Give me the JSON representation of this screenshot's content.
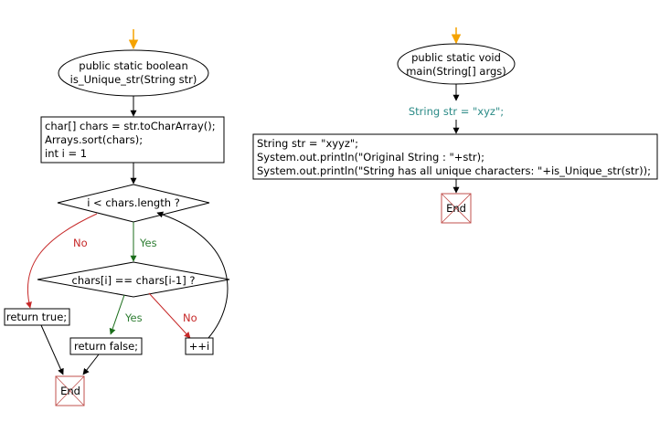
{
  "left": {
    "start": {
      "line1": "public static boolean",
      "line2": "is_Unique_str(String str)"
    },
    "init": {
      "line1": "char[] chars = str.toCharArray();",
      "line2": "Arrays.sort(chars);",
      "line3": "int i = 1"
    },
    "loop_cond": "i < chars.length ?",
    "loop_no": "No",
    "loop_yes": "Yes",
    "compare_cond": "chars[i] == chars[i-1] ?",
    "compare_yes": "Yes",
    "compare_no": "No",
    "return_true": "return true;",
    "return_false": "return false;",
    "increment": "++i",
    "end": "End"
  },
  "right": {
    "start": {
      "line1": "public static void",
      "line2": "main(String[] args)"
    },
    "input_label": "String str = \"xyz\";",
    "body": {
      "line1": "String str = \"xyyz\";",
      "line2": "System.out.println(\"Original String : \"+str);",
      "line3": "System.out.println(\"String has all unique characters: \"+is_Unique_str(str));"
    },
    "end": "End"
  },
  "colors": {
    "entry_arrow": "#f5a300",
    "yes": "#1b6e1b",
    "no": "#c62828",
    "end_border": "#c0504d",
    "teal_text": "#2a8a86"
  }
}
